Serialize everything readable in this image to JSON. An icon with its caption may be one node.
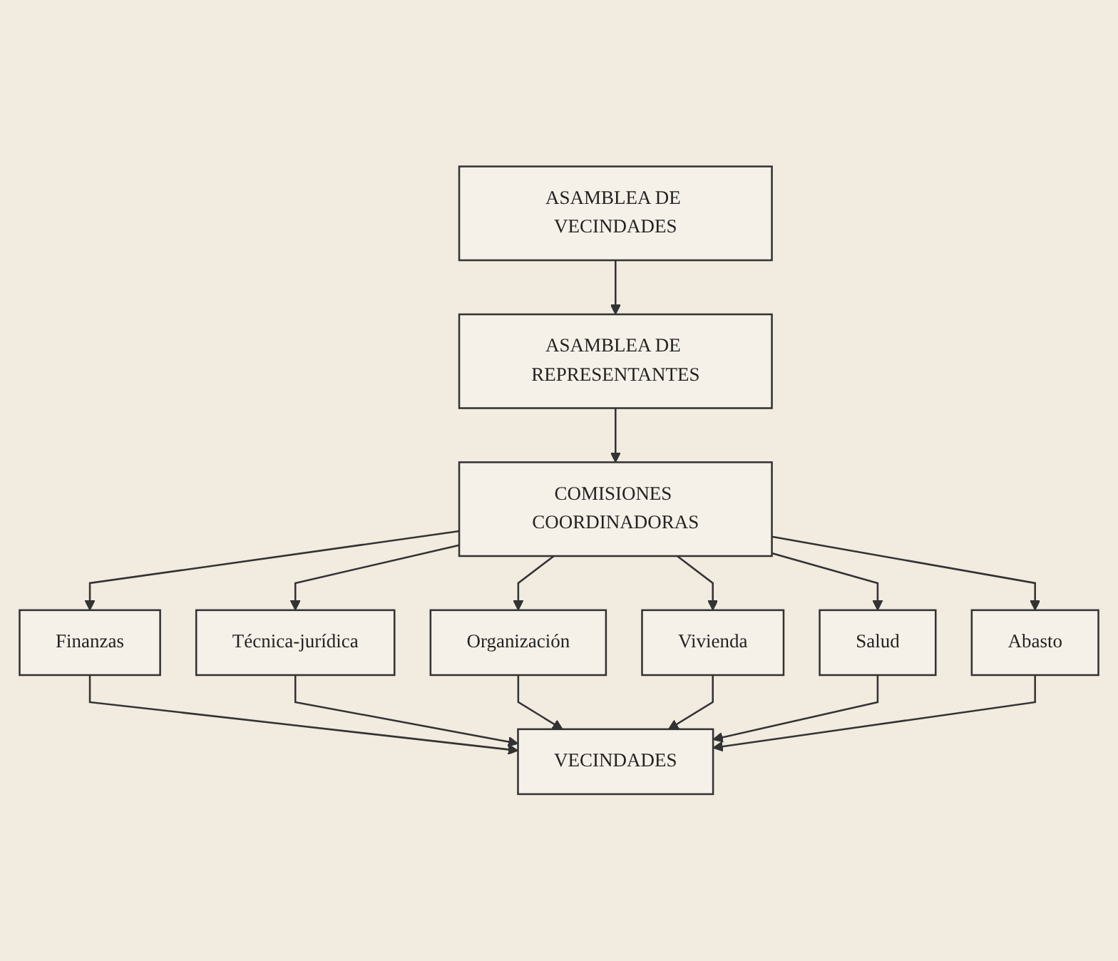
{
  "diagram": {
    "nodes": [
      {
        "text": [
          "ASAMBLEA DE VECINDADES"
        ]
      },
      {
        "text": [
          "ASAMBLEA DE REPRESENTANTES"
        ]
      },
      {
        "text": [
          "COMISIONES COORDINADORAS"
        ]
      },
      {
        "text": [
          "Finanzas"
        ]
      },
      {
        "text": [
          "Vivienda"
        ]
      },
      {
        "text": [
          "Abasto"
        ]
      },
      {
        "text": [
          "Técnica-jurídica"
        ]
      },
      {
        "text": [
          "Organización"
        ]
      },
      {
        "text": [
          "Salud"
        ]
      },
      {
        "text": [
          "VECINDADES"
        ]
      }
    ],
    "edges": [
      {
        "from": 0,
        "to": 1,
        "arrow": "to"
      },
      {
        "from": 1,
        "to": 2,
        "arrow": "to"
      },
      {
        "from": 2,
        "to": 3,
        "arrow": "to"
      },
      {
        "from": 2,
        "to": 6,
        "arrow": "to"
      },
      {
        "from": 2,
        "to": 7,
        "arrow": "to"
      },
      {
        "from": 2,
        "to": 4,
        "arrow": "to"
      },
      {
        "from": 2,
        "to": 8,
        "arrow": "to"
      },
      {
        "from": 2,
        "to": 5,
        "arrow": "to"
      },
      {
        "from": 3,
        "to": 9,
        "arrow": "to"
      },
      {
        "from": 6,
        "to": 9,
        "arrow": "to"
      },
      {
        "from": 7,
        "to": 9,
        "arrow": "to"
      },
      {
        "from": 4,
        "to": 9,
        "arrow": "to"
      },
      {
        "from": 8,
        "to": 9,
        "arrow": "to"
      },
      {
        "from": 5,
        "to": 9,
        "arrow": "to"
      }
    ]
  }
}
